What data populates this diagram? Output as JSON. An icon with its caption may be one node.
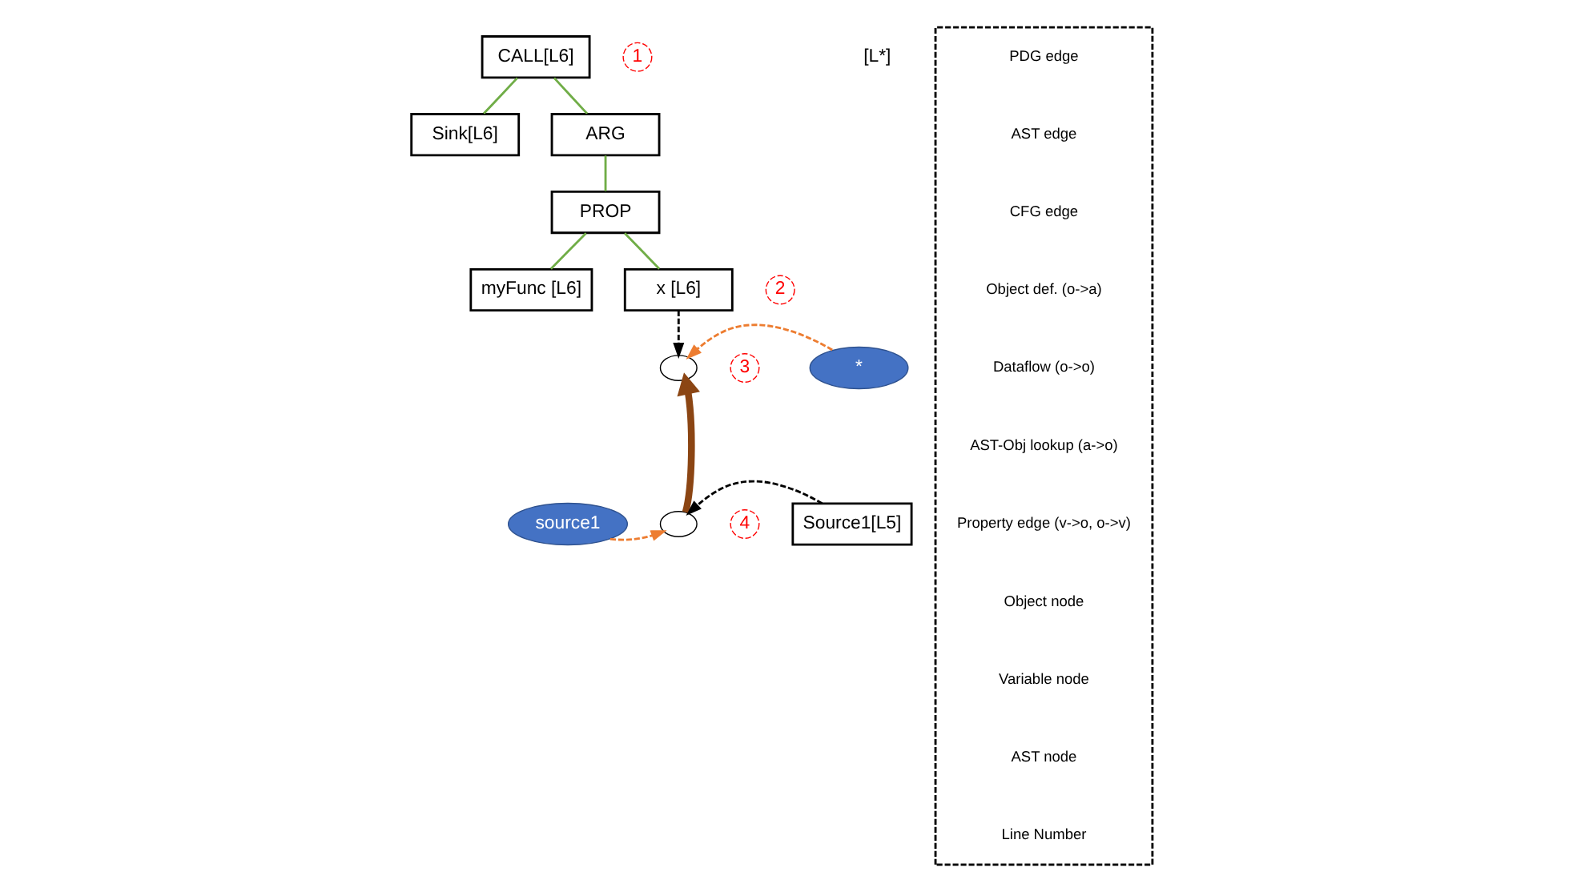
{
  "diagram": {
    "nodes": [
      {
        "text": [
          "CALL[L6]"
        ]
      },
      {
        "text": [
          "Sink[L6]"
        ]
      },
      {
        "text": [
          "ARG"
        ]
      },
      {
        "text": [
          "PROP"
        ]
      },
      {
        "text": [
          "myFunc [L6]"
        ]
      },
      {
        "text": [
          "x [L6]"
        ]
      },
      {
        "text": [],
        "shape": "circle"
      },
      {
        "text": [
          "*"
        ]
      },
      {
        "text": [
          "source1"
        ]
      },
      {
        "text": [],
        "shape": "circle"
      },
      {
        "text": [
          "Source1[L5]"
        ]
      },
      {
        "text": [],
        "shape": "box"
      }
    ],
    "edges": [
      {
        "from": 0,
        "to": 1,
        "arrow": "none"
      },
      {
        "from": 0,
        "to": 2,
        "arrow": "none"
      },
      {
        "from": 2,
        "to": 3,
        "arrow": "none"
      },
      {
        "from": 3,
        "to": 4,
        "arrow": "none"
      },
      {
        "from": 3,
        "to": 5,
        "arrow": "none"
      },
      {
        "from": 5,
        "to": 6,
        "arrow": "to",
        "style": "dashed",
        "color": "#000000"
      },
      {
        "from": 7,
        "to": 6,
        "arrow": "to",
        "style": "dashed",
        "color": "#ed7d31"
      },
      {
        "from": 9,
        "to": 6,
        "arrow": "to",
        "style": "thick",
        "color": "#8b4513"
      },
      {
        "from": 8,
        "to": 9,
        "arrow": "to",
        "style": "dashed",
        "color": "#ed7d31"
      },
      {
        "from": 10,
        "to": 9,
        "arrow": "to",
        "style": "dashed",
        "color": "#000000"
      }
    ],
    "labels": [
      "1",
      "2",
      "3",
      "4",
      "[L*]"
    ],
    "legend": [
      {
        "text": "PDG edge"
      },
      {
        "text": "AST edge"
      },
      {
        "text": "CFG edge"
      },
      {
        "text": "Object def. (o->a)"
      },
      {
        "text": "Dataflow (o->o)"
      },
      {
        "text": "AST-Obj lookup (a->o)"
      },
      {
        "text": "Property edge (v->o, o->v)"
      },
      {
        "text": "Object node"
      },
      {
        "text": "Variable node"
      },
      {
        "text": "AST node"
      },
      {
        "text": "Line Number"
      }
    ]
  }
}
